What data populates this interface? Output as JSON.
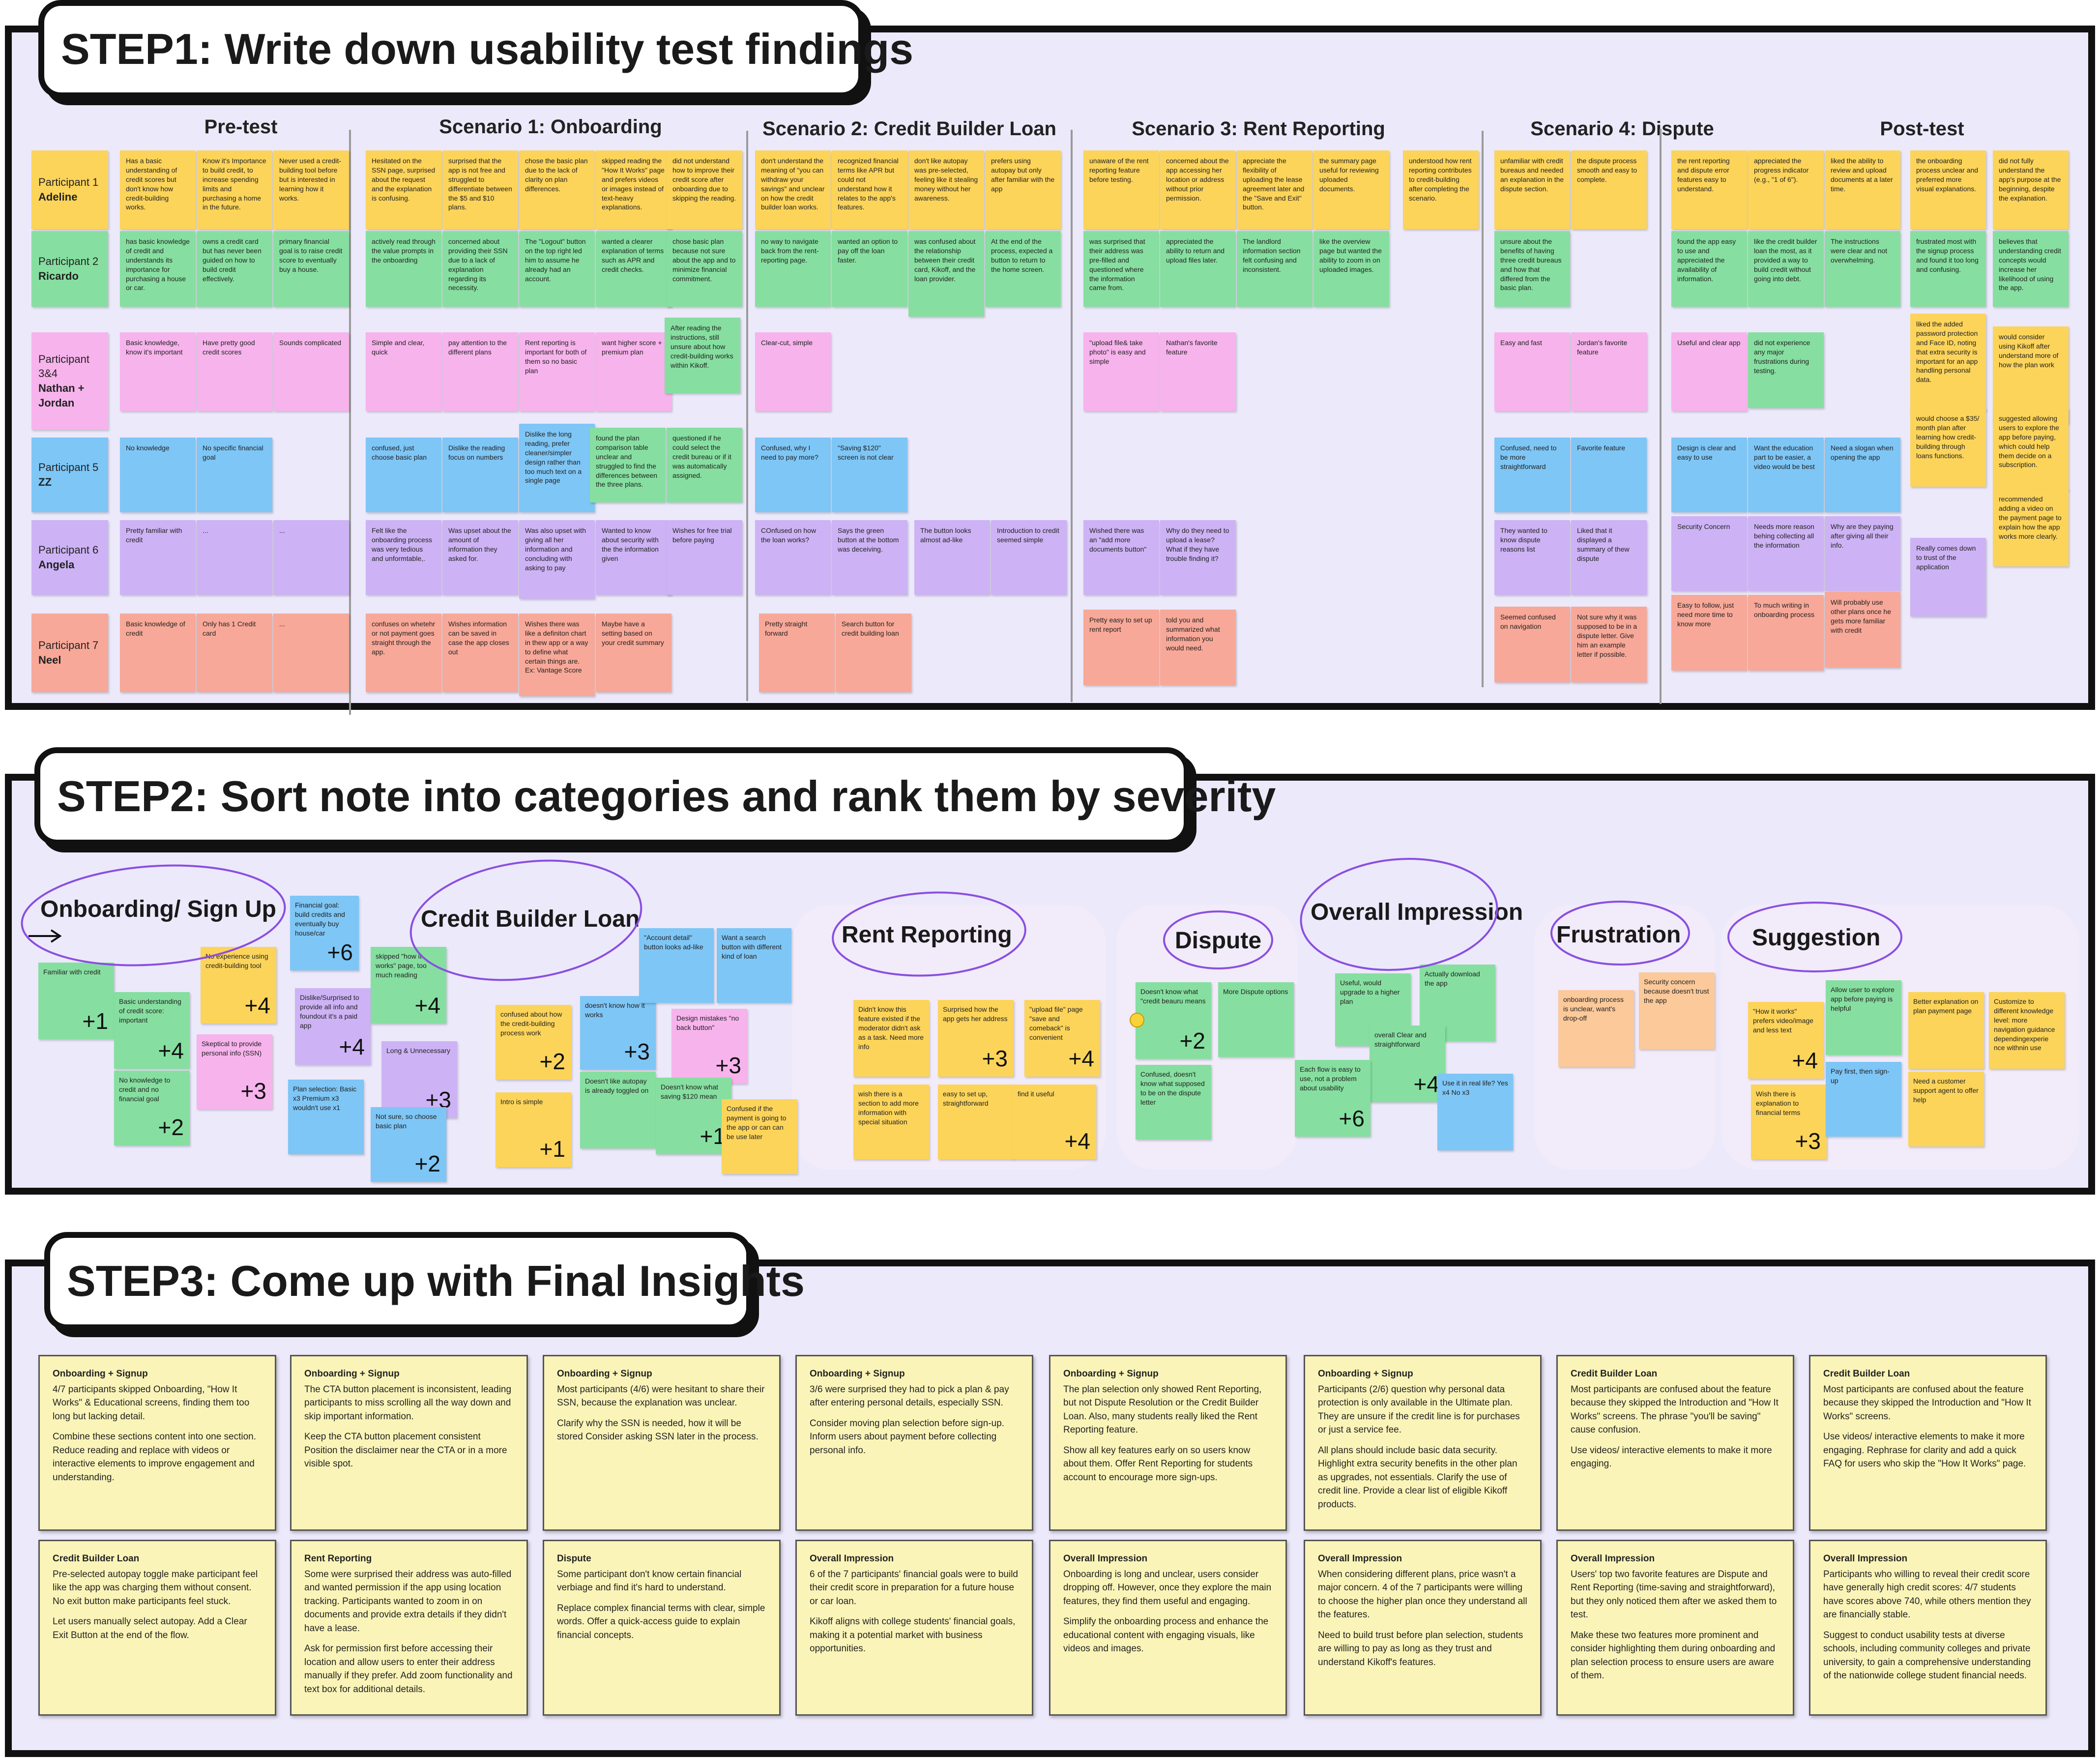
{
  "steps": {
    "s1": "STEP1: Write down usability test findings",
    "s2": "STEP2: Sort note into categories and rank them by severity",
    "s3": "STEP3: Come up with Final Insights"
  },
  "step1": {
    "columns": [
      "Pre-test",
      "Scenario 1: Onboarding",
      "Scenario 2: Credit Builder Loan",
      "Scenario 3: Rent Reporting",
      "Scenario 4: Dispute",
      "Post-test"
    ],
    "participants": [
      {
        "label": "Participant 1",
        "name": "Adeline"
      },
      {
        "label": "Participant 2",
        "name": "Ricardo"
      },
      {
        "label": "Participant 3&4",
        "name": "Nathan + Jordan"
      },
      {
        "label": "Participant 5",
        "name": "ZZ"
      },
      {
        "label": "Participant 6",
        "name": "Angela"
      },
      {
        "label": "Participant 7",
        "name": "Neel"
      }
    ],
    "notes": [
      "Has a basic understanding of credit scores but don't know how credit-building works.",
      "Know it's Importance to build credit, to increase spending limits and purchasing a home in the future.",
      "Never used a credit-building tool before but is interested in learning how it works.",
      "Hesitated on the SSN page, surprised about the request and the explanation is confusing.",
      "surprised that the app is not free and struggled to differentiate between the $5 and $10 plans.",
      "chose the basic plan due to the lack of clarity on plan differences.",
      "skipped reading the \"How It Works\" page and prefers videos or images instead of text-heavy explanations.",
      "did not understand how to improve their credit score after onboarding due to skipping the reading.",
      "don't understand the meaning of \"you can withdraw your savings\" and unclear on how the credit builder loan works.",
      "recognized financial terms like APR but could not understand how it relates to the app's features.",
      "don't like autopay was pre-selected, feeling like it stealing money without her awareness.",
      "prefers using autopay but only after familiar with the app",
      "unaware of the rent reporting feature before testing.",
      "concerned about the app accessing her location or address without prior permission.",
      "appreciate the flexibility of uploading the lease agreement later and the \"Save and Exit\" button.",
      "the summary page useful for reviewing uploaded documents.",
      "understood how rent reporting contributes to credit-building after completing the scenario.",
      "unfamiliar with credit bureaus and needed an explanation in the dispute section.",
      "the dispute process smooth and easy to complete.",
      "the rent reporting and dispute error features easy to understand.",
      "appreciated the progress indicator (e.g., \"1 of 6\").",
      "liked the ability to review and upload documents at a later time.",
      "the onboarding process unclear and preferred more visual explanations.",
      "did not fully understand the app's purpose at the beginning, despite the explanation.",
      "has basic knowledge of credit and understands its importance for purchasing a house or car.",
      "owns a credit card but has never been guided on how to build credit effectively.",
      "primary financial goal is to raise credit score to eventually buy a house.",
      "actively read through the value prompts in the onboarding",
      "concerned about providing their SSN due to a lack of explanation regarding its necessity.",
      "The \"Logout\" button on the top right led him to assume he already had an account.",
      "wanted a clearer explanation of terms such as APR and credit checks.",
      "chose basic plan because not sure about the app and to minimize financial commitment.",
      "no way to navigate back from the rent-reporting page.",
      "wanted an option to pay off the loan faster.",
      "was confused about the relationship between their credit card, Kikoff, and the loan provider.",
      "At the end of the process, expected a button to return to the home screen.",
      "was surprised that their address was pre-filled and questioned where the information came from.",
      "appreciated the ability to return and upload files later.",
      "The landlord information section felt confusing and inconsistent.",
      "like the overview page but wanted the ability to zoom in on uploaded images.",
      "unsure about the benefits of having three credit bureaus and how that differed from the basic plan.",
      "found the app easy to use and appreciated the availability of information.",
      "like the credit builder loan the most, as it provided a way to build credit without going into debt.",
      "The instructions were clear and not overwhelming.",
      "frustrated most with the signup process and found it too long and confusing.",
      "believes that understanding credit concepts would increase her likelihood of using the app.",
      "Basic knowledge, know it's important",
      "Have pretty good credit scores",
      "Sounds complicated",
      "Simple and clear, quick",
      "pay attention to the different plans",
      "Rent reporting is important for both of them so no basic plan",
      "want higher score + premium plan",
      "After reading the instructions, still unsure about how credit-building works within Kikoff.",
      "Clear-cut, simple",
      "\"upload file& take photo\" is easy and simple",
      "Nathan's favorite feature",
      "Easy and fast",
      "Jordan's favorite feature",
      "Useful and clear app",
      "did not experience any major frustrations during testing.",
      "liked the added password protection and Face ID, noting that extra security is important for an app handling personal data.",
      "would consider using Kikoff after understand more of how the plan work",
      "No knowledge",
      "No specific financial goal",
      "confused, just choose basic plan",
      "Dislike the reading focus on numbers",
      "Dislike the long reading, prefer cleaner/simpler design rather than too much text on a single page",
      "found the plan comparison table unclear and struggled to find the differences between the three plans.",
      "questioned if he could select the credit bureau or if it was automatically assigned.",
      "Confused, why I need to pay more?",
      "\"Saving $120\" screen is not clear",
      "Confused, need to be more straightforward",
      "Favorite feature",
      "Design is clear and easy to use",
      "Want the education part to be easier, a video would be best",
      "Need a slogan when opening the app",
      "would choose a $35/ month plan after learning how credit-building through loans functions.",
      "suggested allowing users to explore the app before paying, which could help them decide on a subscription.",
      "Pretty familiar with credit",
      "...",
      "...",
      "Felt like the onboarding process was very tedious and unformtable,.",
      "Was upset about the amount of information they asked for.",
      "Was also upset with giving all her information and concluding with asking to pay",
      "Wanted to know about security with the the information given",
      "Wishes for free trial before paying",
      "COnfused on how the loan works?",
      "Says the green button at the bottom was deceiving.",
      "The button looks almost ad-like",
      "Introduction to credit seemed simple",
      "Wished there was an \"add more documents button\"",
      "Why do they need to upload a lease? What if they have trouble finding it?",
      "They wanted to know dispute reasons list",
      "Liked that it displayed a summary of thew dispute",
      "Security Concern",
      "Needs more reason behing collecting all the information",
      "Why are they paying after giving all their info.",
      "recommended adding a video on the payment page to explain how the app works more clearly.",
      "Really comes down to trust of the application",
      "Basic knowledge of credit",
      "Only has 1 Credit card",
      "...",
      "confuses on whetehr or not payment goes straight through the app.",
      "Wishes information can be saved in case the app closes out",
      "Wishes there was like a definiton chart in thew app or a way to define what certain things are. Ex: Vantage Score",
      "Maybe have a setting based on your credit summary",
      "Pretty straight forward",
      "Search button for credit building loan",
      "Pretty easy to set up rent report",
      "told you and summarized what information you would need.",
      "Seemed confused on navigation",
      "Not sure why it was supposed to be in a dispute letter. Give him an example letter if possible.",
      "Easy to follow, just need more time to know more",
      "To much writing in onboarding process",
      "Will probably use other plans once he gets more familiar with credit"
    ]
  },
  "step2": {
    "categories": [
      "Onboarding/ Sign Up",
      "Credit Builder Loan",
      "Rent Reporting",
      "Dispute",
      "Overall  Impression",
      "Frustration",
      "Suggestion"
    ],
    "notes": [
      {
        "text": "Familiar with credit",
        "score": "+1"
      },
      {
        "text": "Basic understanding of credit score: important",
        "score": "+4"
      },
      {
        "text": "No knowledge to credit and no financial goal",
        "score": "+2"
      },
      {
        "text": "No experience using credit-building tool",
        "score": "+4"
      },
      {
        "text": "Skeptical to provide personal info (SSN)",
        "score": "+3"
      },
      {
        "text": "Financial goal: build credits and eventually buy house/car",
        "score": "+6"
      },
      {
        "text": "Dislike/Surprised to provide all info and foundout it's a paid app",
        "score": "+4"
      },
      {
        "text": "Plan selection: Basic x3 Premium x3 wouldn't use x1",
        "score": ""
      },
      {
        "text": "skipped \"how it works\" page, too much reading",
        "score": "+4"
      },
      {
        "text": "Long & Unnecessary",
        "score": "+3"
      },
      {
        "text": "Not sure, so choose basic plan",
        "score": "+2"
      },
      {
        "text": "confused about how the credit-building process work",
        "score": "+2"
      },
      {
        "text": "Intro is simple",
        "score": "+1"
      },
      {
        "text": "doesn't know how it works",
        "score": "+3"
      },
      {
        "text": "Doesn't like autopay is already toggled on",
        "score": ""
      },
      {
        "text": "\"Account detail\" button looks ad-like",
        "score": ""
      },
      {
        "text": "Want a search button with different kind of loan",
        "score": ""
      },
      {
        "text": "Design mistakes \"no back button\"",
        "score": "+3"
      },
      {
        "text": "Doesn't know what saving $120 mean",
        "score": "+1"
      },
      {
        "text": "Confused if the payment is going to the app or can can be use later",
        "score": ""
      },
      {
        "text": "Didn't know this feature existed if the moderator didn't ask as a task. Need more info",
        "score": ""
      },
      {
        "text": "Surprised how the app gets her address",
        "score": "+3"
      },
      {
        "text": "\"upload file\" page \"save and comeback\" is convenient",
        "score": "+4"
      },
      {
        "text": "wish there is a section to add more information with special situation",
        "score": ""
      },
      {
        "text": "easy to set up, straightforward",
        "score": ""
      },
      {
        "text": "find it useful",
        "score": "+4"
      },
      {
        "text": "Doesn't know what \"credit beauru means",
        "score": "+2"
      },
      {
        "text": "More Dispute options",
        "score": ""
      },
      {
        "text": "Confused, doesn't know what supposed to be on the dispute letter",
        "score": ""
      },
      {
        "text": "Useful, would upgrade to a higher plan",
        "score": ""
      },
      {
        "text": "Actually download the app",
        "score": ""
      },
      {
        "text": "overall Clear and straightforward",
        "score": "+4"
      },
      {
        "text": "Each flow is easy to use, not a problem about usability",
        "score": "+6"
      },
      {
        "text": "Use it in real life? Yes x4 No x3",
        "score": ""
      },
      {
        "text": "onboarding process is unclear, want's drop-off",
        "score": ""
      },
      {
        "text": "Security concern because doesn't trust the app",
        "score": ""
      },
      {
        "text": "\"How it works\" prefers video/image and less text",
        "score": "+4"
      },
      {
        "text": "Wish there is explanation to financial terms",
        "score": "+3"
      },
      {
        "text": "Allow user to explore app before paying is helpful",
        "score": ""
      },
      {
        "text": "Pay first, then sign-up",
        "score": ""
      },
      {
        "text": "Better explanation on plan payment page",
        "score": ""
      },
      {
        "text": "Customize to different knowledge level: more navigation guidance dependingexperie nce withnin use",
        "score": ""
      },
      {
        "text": "Need a customer support agent to offer help",
        "score": ""
      }
    ]
  },
  "step3": {
    "cards": [
      {
        "h": "Onboarding + Signup",
        "b": "4/7 participants skipped Onboarding, \"How It Works\" & Educational screens, finding them too long but lacking detail.",
        "b2": "Combine these sections content into one section. Reduce reading and replace with videos or interactive elements to improve engagement and understanding."
      },
      {
        "h": "Onboarding + Signup",
        "b": "The CTA button placement is inconsistent, leading participants to miss scrolling all the way down and skip important information.",
        "b2": "Keep the CTA button placement consistent Position the disclaimer near the CTA or in a more visible spot."
      },
      {
        "h": "Onboarding + Signup",
        "b": "Most participants (4/6) were hesitant to share their SSN, because the explanation was unclear.",
        "b2": "Clarify why the SSN is needed, how it will be stored Consider asking SSN later in the process."
      },
      {
        "h": "Onboarding + Signup",
        "b": "3/6 were surprised they had to pick a plan & pay after entering personal details, especially SSN.",
        "b2": "Consider moving plan selection before sign-up. Inform users about payment before collecting personal info."
      },
      {
        "h": "Onboarding + Signup",
        "b": "The plan selection only showed Rent Reporting, but not Dispute Resolution or the Credit Builder Loan. Also, many students really liked the Rent Reporting feature.",
        "b2": "Show all key features early on so users know about them. Offer Rent Reporting for students account to encourage more sign-ups."
      },
      {
        "h": "Onboarding + Signup",
        "b": "Participants (2/6) question why personal data protection is only available in the Ultimate plan. They are unsure if the credit line is for purchases or just a service fee.",
        "b2": "All plans should include basic data security. Highlight extra security benefits in the other plan as upgrades, not essentials. Clarify the use of credit line. Provide a clear list of eligible Kikoff products."
      },
      {
        "h": "Credit Builder Loan",
        "b": "Most participants are confused about the feature because they skipped the Introduction and \"How It Works\" screens. The phrase \"you'll be saving\" cause confusion.",
        "b2": "Use videos/ interactive elements to make it more engaging."
      },
      {
        "h": "Credit Builder Loan",
        "b": "Most participants are confused about the feature because they skipped the Introduction and \"How It Works\" screens.",
        "b2": "Use videos/ interactive elements to make it more engaging. Rephrase for clarity and add a quick FAQ for users who skip the \"How It Works\" page."
      },
      {
        "h": "Credit Builder Loan",
        "b": "Pre-selected autopay toggle make participant feel like the app was charging them without consent. No exit button make participants feel stuck.",
        "b2": "Let users manually select autopay. Add a Clear Exit Button at the end of the flow."
      },
      {
        "h": "Rent Reporting",
        "b": "Some were surprised their address was auto-filled and wanted permission if the app using location tracking. Participants wanted to zoom in on documents and provide extra details if they didn't have a lease.",
        "b2": "Ask for permission first before accessing their location and allow users to enter their address manually if they prefer. Add zoom functionality and text box for additional details."
      },
      {
        "h": "Dispute",
        "b": "Some participant don't know certain financial verbiage and find it's hard to understand.",
        "b2": "Replace complex financial terms with clear, simple words. Offer a quick-access guide to explain financial concepts."
      },
      {
        "h": "Overall Impression",
        "b": "6 of the 7 participants' financial goals were to build their credit score in preparation for a future house or car loan.",
        "b2": "Kikoff aligns with college students' financial goals, making it a potential market with business opportunities."
      },
      {
        "h": "Overall Impression",
        "b": "Onboarding is long and unclear, users consider dropping off. However, once they explore the main features, they find them useful and engaging.",
        "b2": "Simplify the onboarding process and enhance the educational content with engaging visuals, like videos and images."
      },
      {
        "h": "Overall Impression",
        "b": "When considering different plans, price wasn't a major concern. 4 of the 7 participants were willing to choose the higher plan once they understand all the features.",
        "b2": "Need to build trust before plan selection, students are willing to pay as long as they trust and understand Kikoff's features."
      },
      {
        "h": "Overall Impression",
        "b": "Users' top two favorite features are Dispute and Rent Reporting (time-saving and straightforward), but they only noticed them after we asked them to test.",
        "b2": "Make these two features more prominent and consider highlighting them during onboarding and plan selection process to ensure users are aware of them."
      },
      {
        "h": "Overall Impression",
        "b": "Participants who willing to reveal their credit score have generally high credit scores: 4/7 students have scores above 740, while others mention they are financially stable.",
        "b2": "Suggest to conduct usability tests at diverse schools, including community colleges and private university, to gain a comprehensive understanding of the nationwide college student financial needs."
      }
    ]
  }
}
